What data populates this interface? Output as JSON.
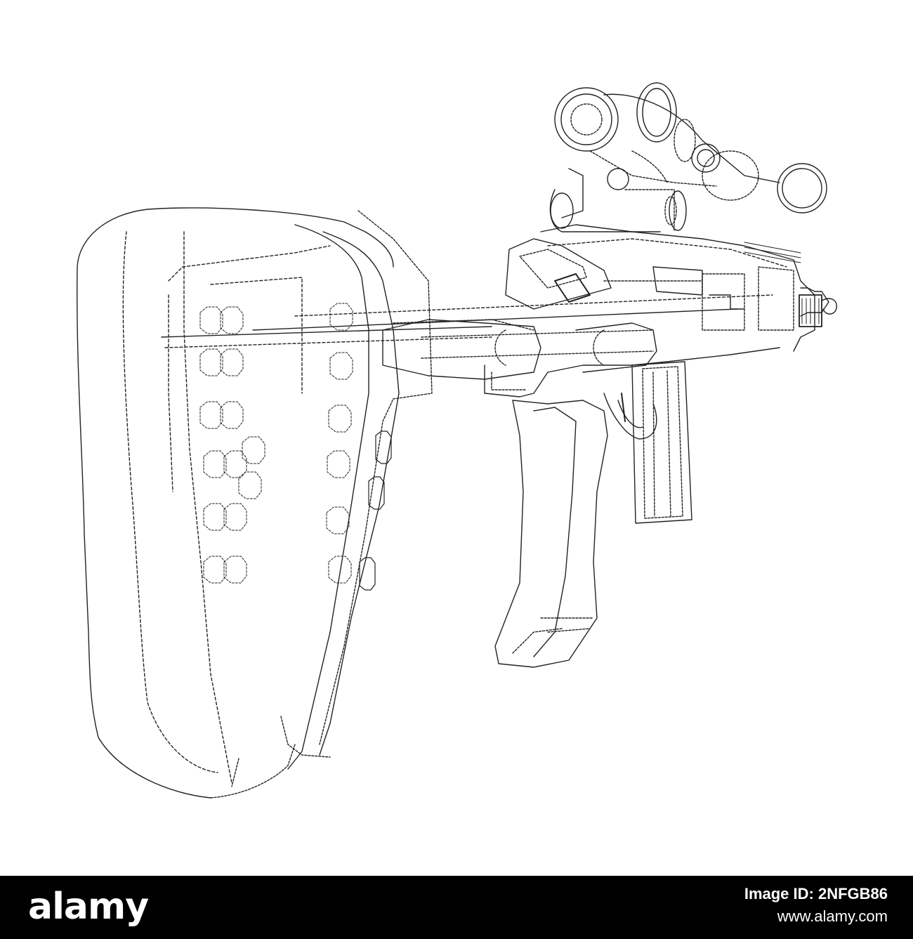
{
  "footer": {
    "brand": "alamy",
    "image_id": "Image ID: 2NFGB86",
    "url": "www.alamy.com"
  },
  "colors": {
    "line": "#222222",
    "background": "#ffffff",
    "footer_background": "#000000"
  }
}
